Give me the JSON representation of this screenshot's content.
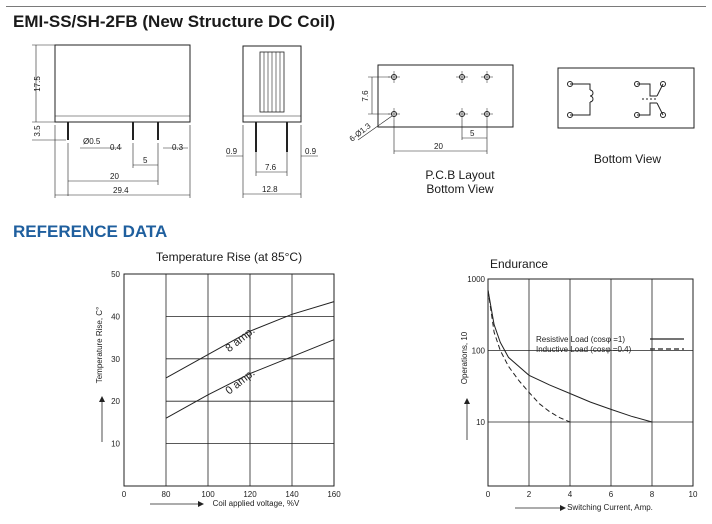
{
  "header": {
    "title": "EMI-SS/SH-2FB (New Structure DC Coil)",
    "section": "REFERENCE DATA"
  },
  "drawings": {
    "side_view": {
      "height": "17.5",
      "pin_length": "3.5",
      "pin_dia": "Ø0.5",
      "pin_w1": "0.4",
      "pin_w2": "0.3",
      "spacing_5": "5",
      "spacing_20": "20",
      "length": "29.4"
    },
    "end_view": {
      "left_offset": "0.9",
      "right_offset": "0.9",
      "pitch": "7.6",
      "width": "12.8"
    },
    "pcb_layout": {
      "row_pitch": "7.6",
      "hole_dia": "6-Ø1.3",
      "span": "20",
      "pitch": "5",
      "caption_line1": "P.C.B Layout",
      "caption_line2": "Bottom View"
    },
    "schematic": {
      "caption": "Bottom View"
    }
  },
  "charts": [
    {
      "type": "line",
      "title": "Temperature Rise (at 85°C)",
      "xlabel": "Coil applied voltage, %V",
      "ylabel": "Temperature Rise, C°",
      "x_ticks": [
        "0",
        "80",
        "100",
        "120",
        "140",
        "160"
      ],
      "y_ticks": [
        "10",
        "20",
        "30",
        "40",
        "50"
      ],
      "series": [
        {
          "name": "8 amp.",
          "points": [
            [
              80,
              25.5
            ],
            [
              100,
              31
            ],
            [
              120,
              36.5
            ],
            [
              140,
              40.5
            ],
            [
              160,
              43.5
            ]
          ]
        },
        {
          "name": "0 amp.",
          "points": [
            [
              80,
              16
            ],
            [
              100,
              21.5
            ],
            [
              120,
              26.5
            ],
            [
              140,
              30.5
            ],
            [
              160,
              34.5
            ]
          ]
        }
      ]
    },
    {
      "type": "line",
      "title": "Endurance",
      "xlabel": "Switching Current, Amp.",
      "ylabel": "Operations, 10",
      "x_ticks": [
        "0",
        "2",
        "4",
        "6",
        "8",
        "10"
      ],
      "y_ticks": [
        "10",
        "100",
        "1000"
      ],
      "legend": [
        "Resistive Load (cosφ =1)",
        "Inductive Load (cosφ =0.4)"
      ],
      "series": [
        {
          "name": "Resistive Load (cosφ =1)",
          "style": "solid",
          "points": [
            [
              0,
              700
            ],
            [
              0.3,
              230
            ],
            [
              0.6,
              130
            ],
            [
              1,
              80
            ],
            [
              2,
              45
            ],
            [
              3,
              33
            ],
            [
              4,
              25
            ],
            [
              5,
              19
            ],
            [
              6,
              15
            ],
            [
              7,
              12
            ],
            [
              8,
              10
            ]
          ]
        },
        {
          "name": "Inductive Load (cosφ =0.4)",
          "style": "dashed",
          "points": [
            [
              0,
              700
            ],
            [
              0.3,
              180
            ],
            [
              0.6,
              100
            ],
            [
              1,
              60
            ],
            [
              1.5,
              38
            ],
            [
              2,
              26
            ],
            [
              2.5,
              18
            ],
            [
              3,
              14
            ],
            [
              3.5,
              11.5
            ],
            [
              4,
              10
            ]
          ]
        }
      ]
    }
  ]
}
